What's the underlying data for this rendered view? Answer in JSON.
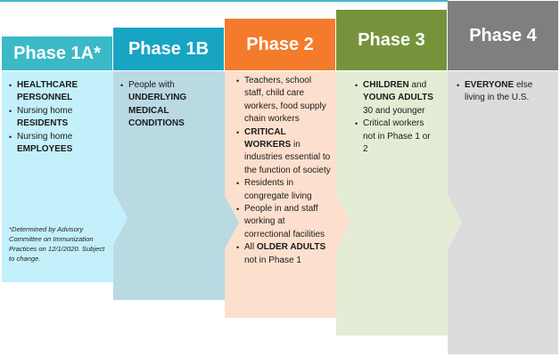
{
  "phases": [
    {
      "title": "Phase 1A*",
      "header_color": "#3bb9c6",
      "body_color": "#c4f0fb",
      "items": [
        [
          {
            "t": "HEALTHCARE PERSONNEL",
            "b": true
          }
        ],
        [
          {
            "t": "Nursing home ",
            "b": false
          },
          {
            "t": "RESIDENTS",
            "b": true
          }
        ],
        [
          {
            "t": "Nursing home ",
            "b": false
          },
          {
            "t": "EMPLOYEES",
            "b": true
          }
        ]
      ]
    },
    {
      "title": "Phase 1B",
      "header_color": "#17a5c3",
      "body_color": "#b9d9e3",
      "items": [
        [
          {
            "t": "People with ",
            "b": false
          },
          {
            "t": "UNDERLYING MEDICAL CONDITIONS",
            "b": true
          }
        ]
      ]
    },
    {
      "title": "Phase 2",
      "header_color": "#f47b2b",
      "body_color": "#fce0cd",
      "items": [
        [
          {
            "t": "Teachers, school staff, child care workers, food supply chain workers",
            "b": false
          }
        ],
        [
          {
            "t": "CRITICAL WORKERS",
            "b": true
          },
          {
            "t": " in industries essential to the function of society",
            "b": false
          }
        ],
        [
          {
            "t": "Residents in congregate living",
            "b": false
          }
        ],
        [
          {
            "t": "People in and staff working at correctional facilities",
            "b": false
          }
        ],
        [
          {
            "t": "All ",
            "b": false
          },
          {
            "t": "OLDER ADULTS",
            "b": true
          },
          {
            "t": " not in Phase 1",
            "b": false
          }
        ]
      ]
    },
    {
      "title": "Phase 3",
      "header_color": "#76933c",
      "body_color": "#e4ecd5",
      "items": [
        [
          {
            "t": "CHILDREN",
            "b": true
          },
          {
            "t": " and ",
            "b": false
          },
          {
            "t": "YOUNG ADULTS",
            "b": true
          },
          {
            "t": " 30 and younger",
            "b": false
          }
        ],
        [
          {
            "t": "Critical workers not in Phase 1 or 2",
            "b": false
          }
        ]
      ]
    },
    {
      "title": "Phase 4",
      "header_color": "#7f7f7f",
      "body_color": "#dcdcdc",
      "items": [
        [
          {
            "t": "EVERYONE",
            "b": true
          },
          {
            "t": " else living in the U.S.",
            "b": false
          }
        ]
      ]
    }
  ],
  "footnote": "*Determined by Advisory Committee on Immunization Practices on 12/1/2020. Subject to change."
}
